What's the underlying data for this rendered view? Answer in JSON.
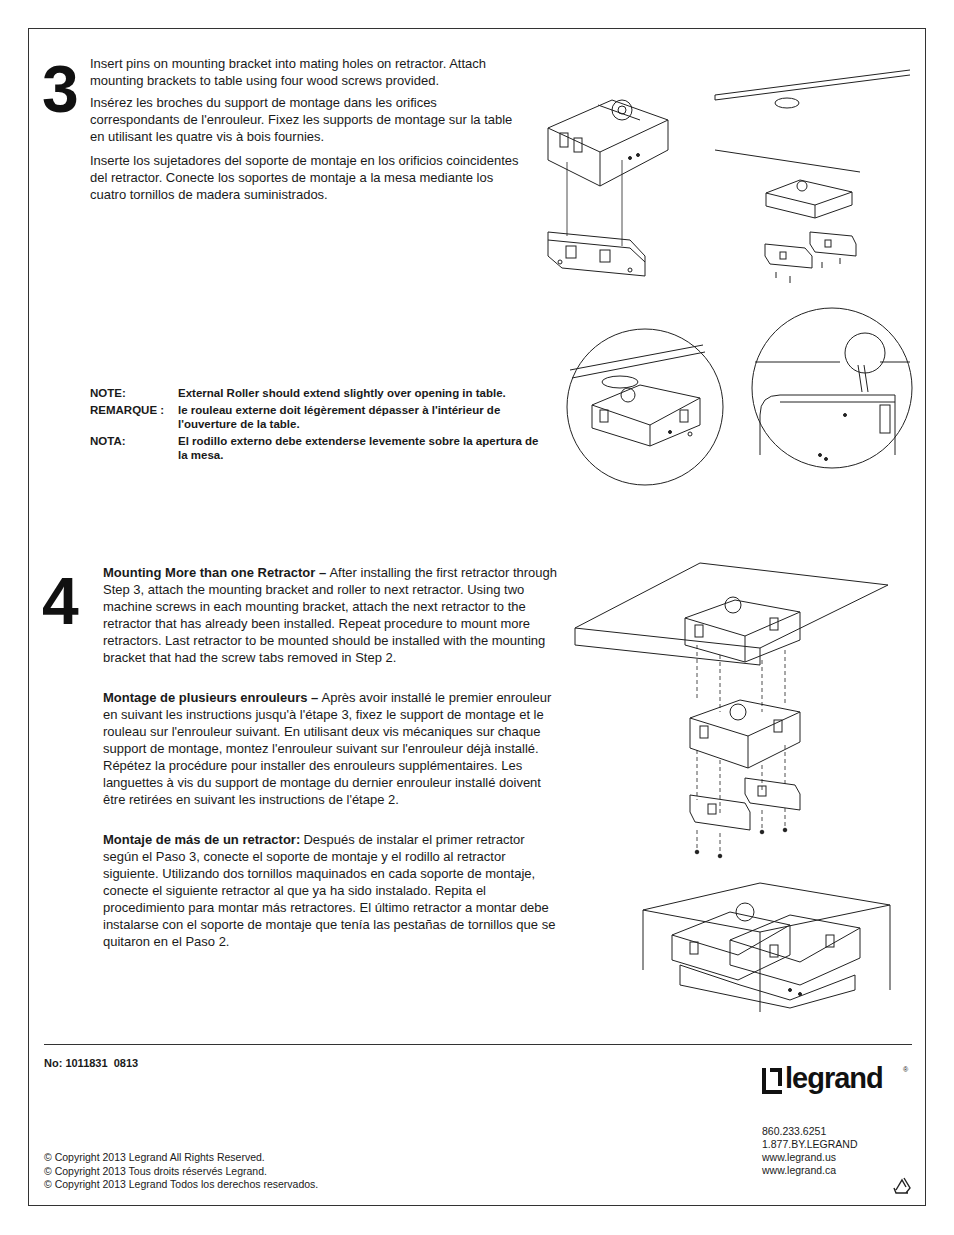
{
  "diagram": {
    "labels": [
      "3",
      "Insert pins on mounting bracket into mating holes on retractor. Attach mounting brackets to table using four wood screws provided.",
      "Insérez les broches du support de montage dans les orifices correspondants de l'enrouleur. Fixez les supports de montage sur la table en utilisant les quatre vis à bois fournies.",
      "Inserte los sujetadores del soporte de montaje en los orificios coincidentes del retractor. Conecte los soportes de montaje a la mesa mediante los cuatro tornillos de madera suministrados.",
      "NOTE:",
      "External Roller should extend slightly over opening in table.",
      "REMARQUE :",
      "le rouleau externe doit légèrement dépasser à l'intérieur de l'ouverture de la table.",
      "NOTA:",
      "El rodillo externo debe extenderse levemente sobre la apertura de la mesa.",
      "4",
      "Mounting More than one Retractor –",
      "After installing the first retractor through Step 3, attach the mounting bracket and roller to next retractor. Using two machine screws in each mounting bracket, attach the next retractor to the retractor that has already been installed. Repeat procedure to mount more retractors. Last retractor to be mounted should be installed with the mounting bracket that had the screw tabs removed in Step 2.",
      "Montage de plusieurs enrouleurs –",
      "Après avoir installé le premier enrouleur en suivant les instructions jusqu'à l'étape 3, fixez le support de montage et le rouleau sur l'enrouleur suivant. En utilisant deux vis mécaniques sur chaque support de montage, montez l'enrouleur suivant sur l'enrouleur déjà installé. Répétez la procédure pour installer des enrouleurs supplémentaires. Les languettes à vis du support de montage du dernier enrouleur installé doivent être retirées en suivant les instructions de l'étape 2.",
      "Montaje de más de un retractor:",
      "Después de instalar el primer retractor según el Paso 3, conecte el soporte de montaje y el rodillo al retractor siguiente. Utilizando dos tornillos maquinados en cada soporte de montaje, conecte el siguiente retractor al que ya ha sido instalado. Repita el procedimiento para montar más retractores. El último retractor a montar debe instalarse con el soporte de montaje que tenía las pestañas de tornillos que se quitaron en el Paso 2.",
      "No: 1011831  0813",
      "legrand",
      "®",
      "860.233.6251",
      "1.877.BY.LEGRAND",
      "www.legrand.us",
      "www.legrand.ca",
      "© Copyright 2013 Legrand All Rights Reserved.",
      "© Copyright 2013 Tous droits réservés Legrand.",
      "© Copyright 2013 Legrand Todos los derechos reservados."
    ]
  }
}
